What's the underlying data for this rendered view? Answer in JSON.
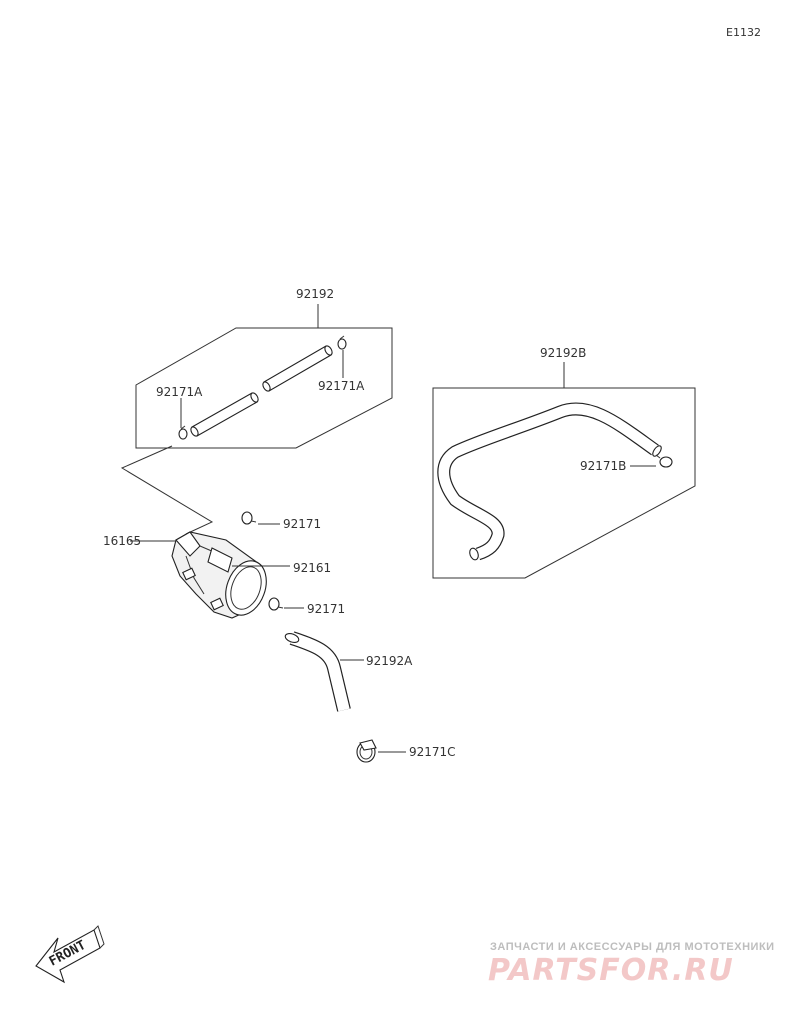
{
  "diagram_code": "E1132",
  "parts": {
    "hose_kit_top": "92192",
    "clamp_top_right": "92171A",
    "clamp_top_left": "92171A",
    "hose_right": "92192B",
    "clamp_right": "92171B",
    "clamp_upper": "92171",
    "canister": "16165",
    "bracket": "92161",
    "clamp_lower": "92171",
    "hose_bottom": "92192A",
    "clamp_bottom": "92171C"
  },
  "front_marker": "FRONT",
  "watermark": {
    "line1": "ЗАПЧАСТИ И АКСЕССУАРЫ ДЛЯ МОТОТЕХНИКИ",
    "line2": "PARTSFOR.RU"
  }
}
